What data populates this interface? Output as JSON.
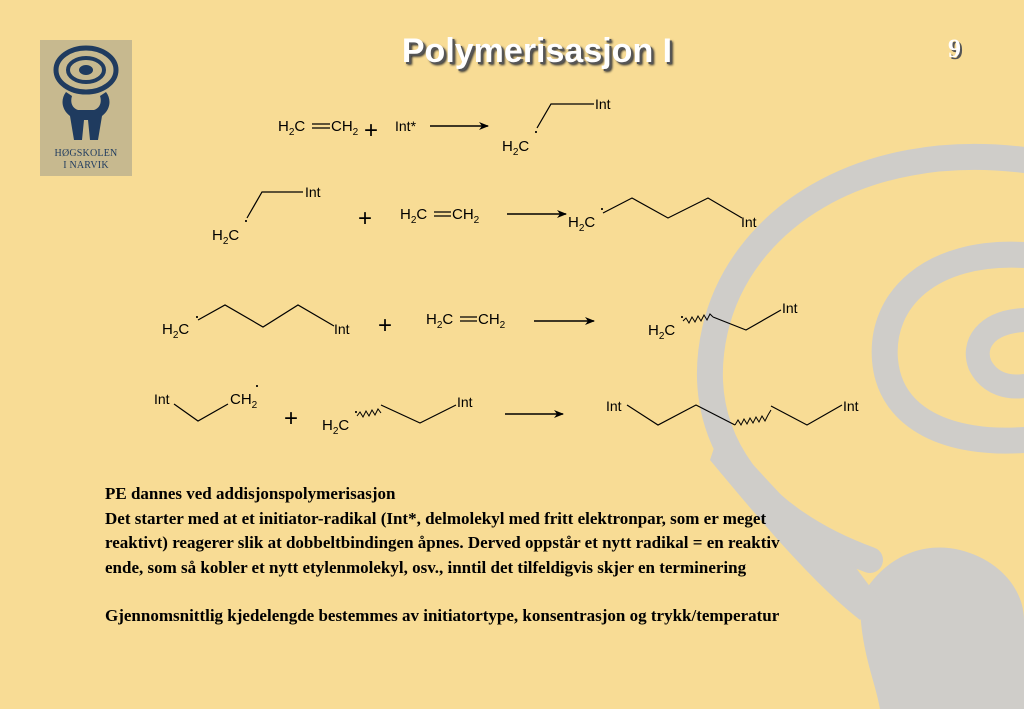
{
  "slide": {
    "title": "Polymerisasjon I",
    "page_number": "9"
  },
  "logo": {
    "line1": "HØGSKOLEN",
    "line2": "I NARVIK"
  },
  "reactions": {
    "plus": "+",
    "h2c_eq_ch2_left": "H",
    "ethylene": "H2C=CH2",
    "int": "Int",
    "int_star": "Int*",
    "h2c": "H2C",
    "ch2": "CH2",
    "radical_dot": "·"
  },
  "text": {
    "line1": "PE dannes ved addisjonspolymerisasjon",
    "line2": "Det starter med at et initiator-radikal (Int*, delmolekyl med fritt elektronpar, som er meget",
    "line3": "reaktivt) reagerer slik at dobbeltbindingen åpnes. Derved oppstår et nytt radikal = en reaktiv",
    "line4": "ende, som så kobler et nytt etylenmolekyl, osv., inntil det tilfeldigvis skjer en terminering",
    "line5": "Gjennomsnittlig kjedelengde bestemmes av initiatortype, konsentrasjon og trykk/temperatur"
  },
  "colors": {
    "background": "#f8dc95",
    "decoration": "#cfcdc9",
    "title": "#ffffff"
  }
}
